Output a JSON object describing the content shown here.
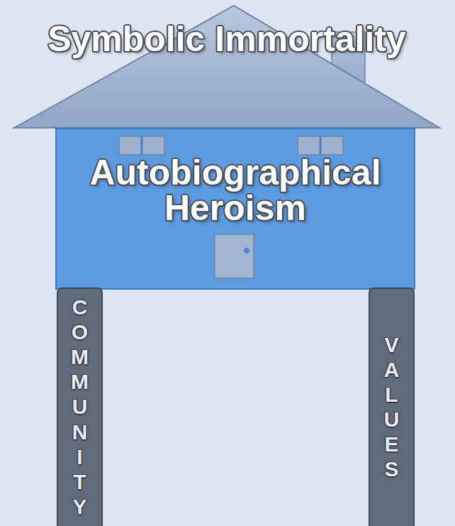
{
  "diagram": {
    "nodes": [
      {
        "text": [
          "Symbolic Immortality"
        ]
      },
      {
        "text": [
          "Autobiographical Heroism"
        ]
      },
      {
        "text": [
          "COMMUNITY"
        ]
      },
      {
        "text": [
          "VALUES"
        ]
      }
    ]
  }
}
